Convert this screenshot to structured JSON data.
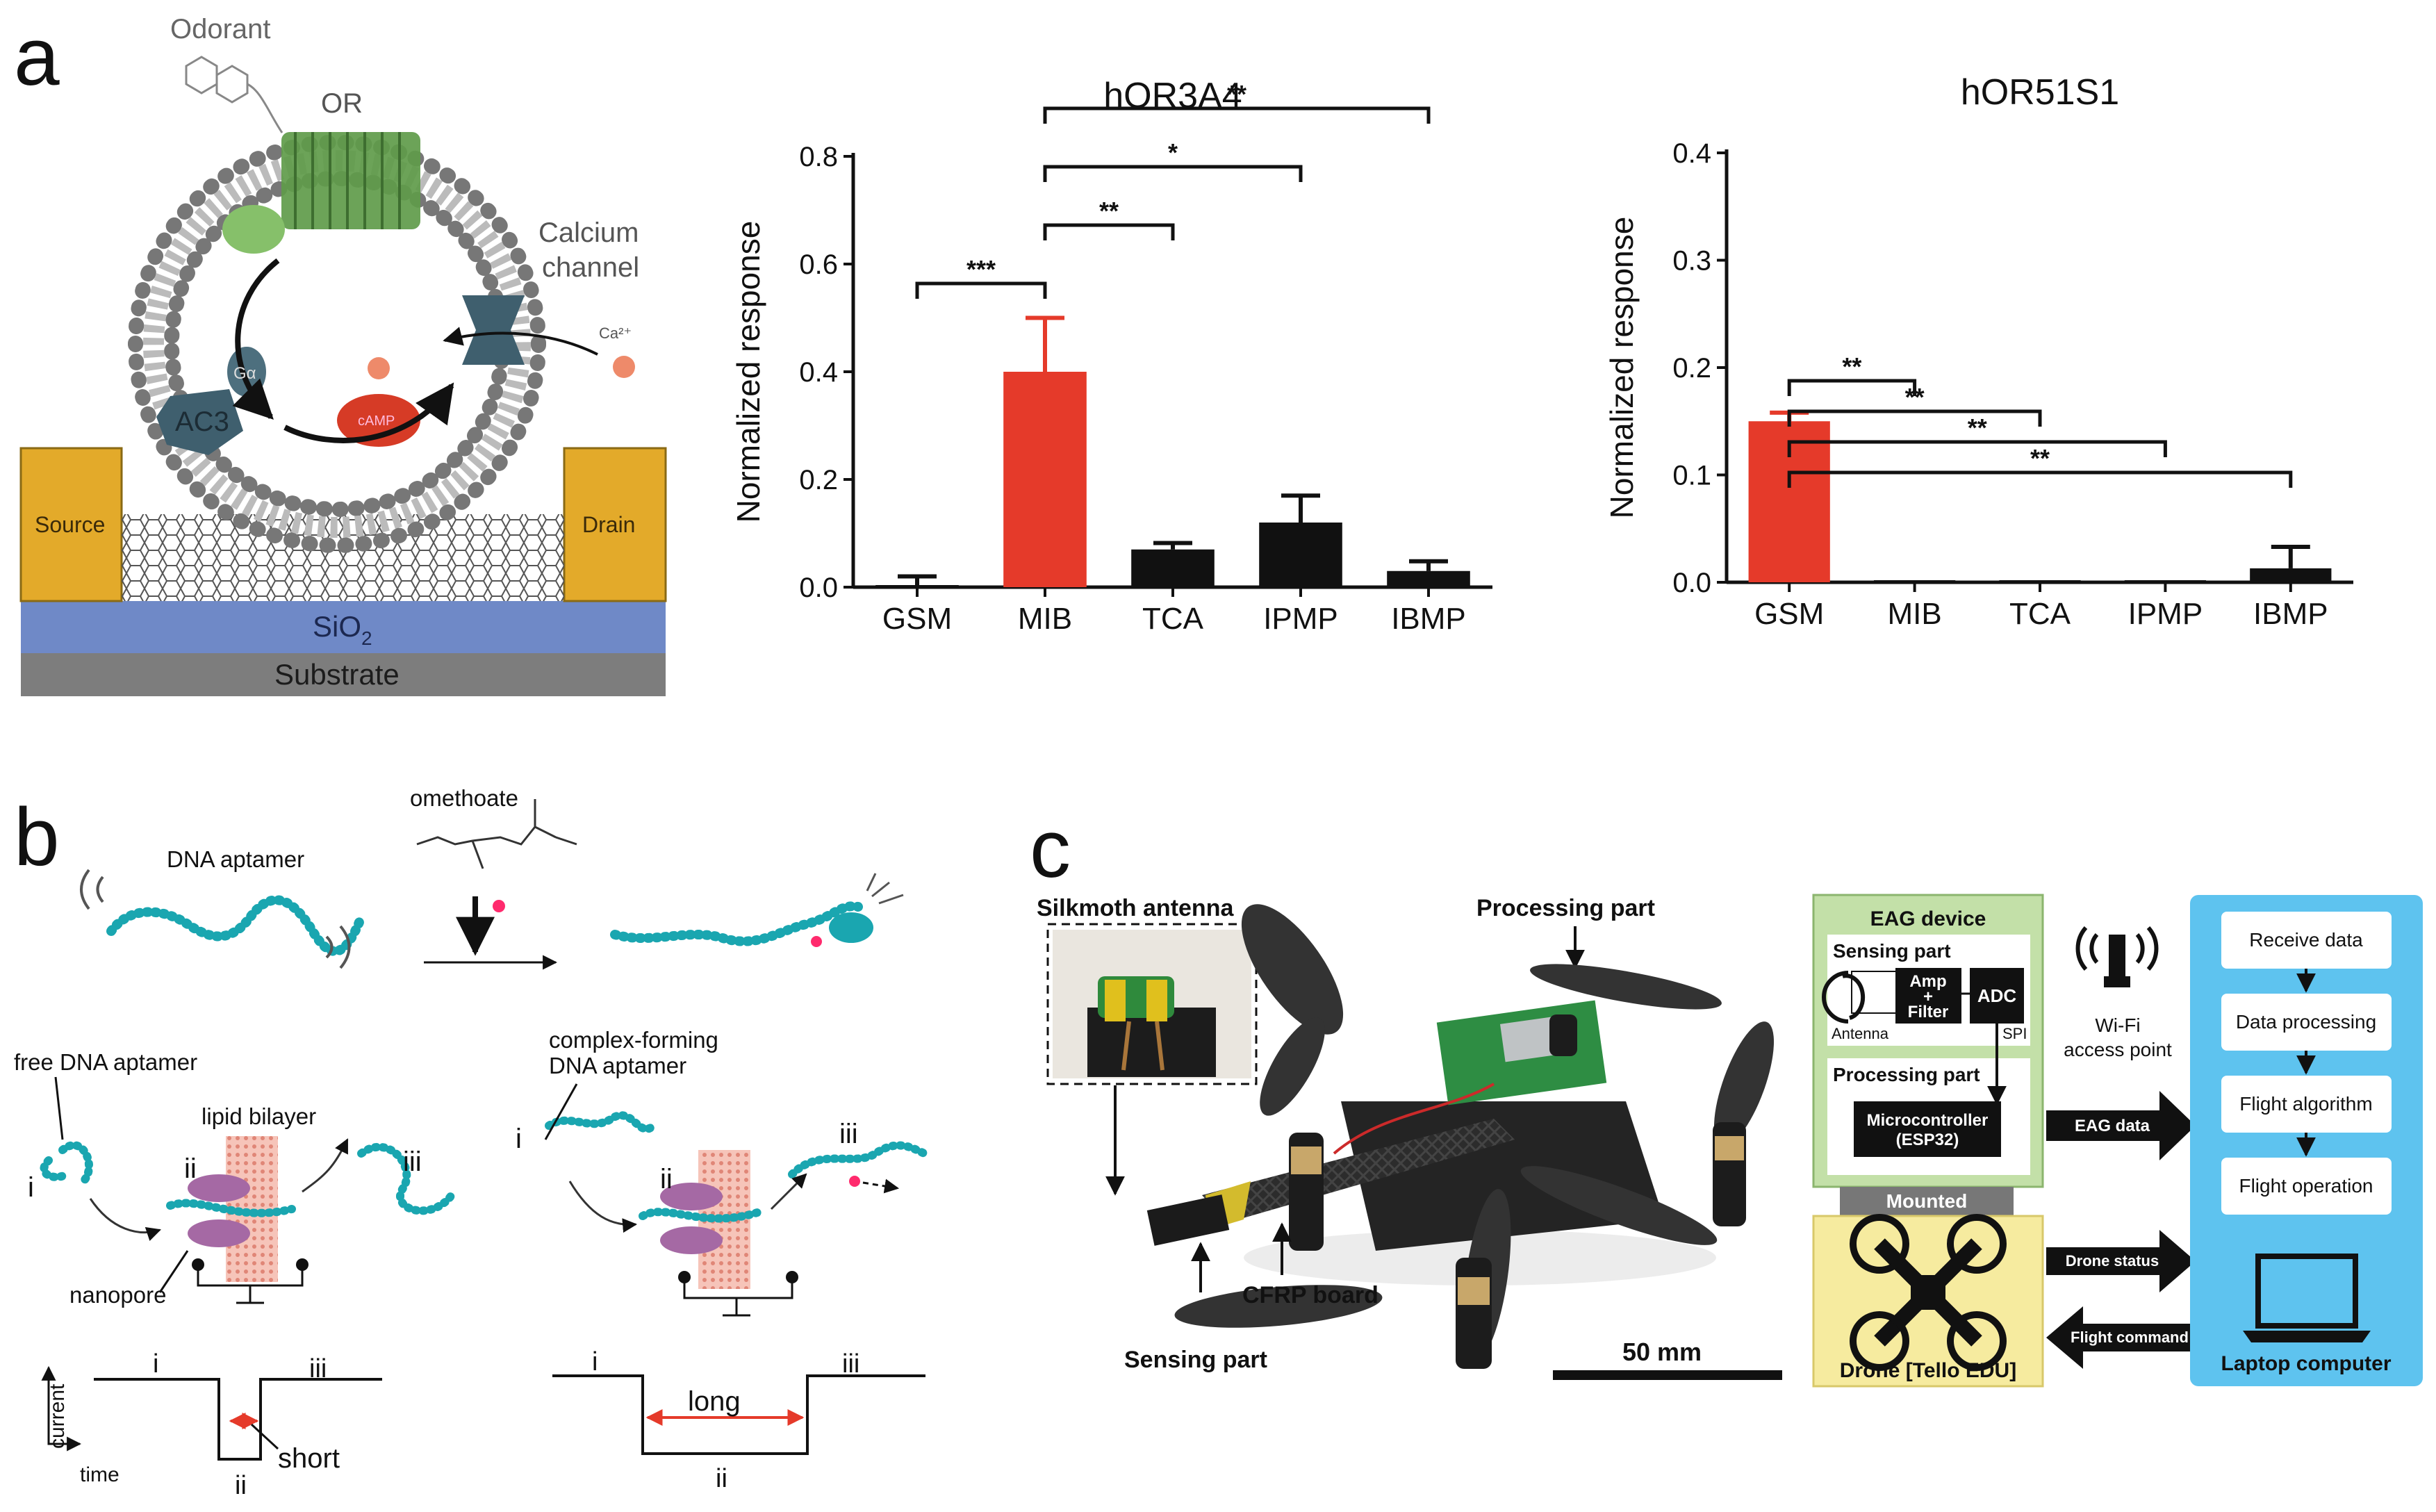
{
  "panels": {
    "a": "a",
    "b": "b",
    "c": "c"
  },
  "panel_a": {
    "odorant": "Odorant",
    "or": "OR",
    "calcium_channel": [
      "Calcium",
      "channel"
    ],
    "ca": "Ca²⁺",
    "ga": "Gα",
    "ac3": "AC3",
    "camp": "cAMP",
    "source": "Source",
    "drain": "Drain",
    "sio2": "SiO",
    "sio2_sub": "2",
    "substrate": "Substrate"
  },
  "chart_data": [
    {
      "type": "bar",
      "title": "hOR3A4",
      "ylabel": "Normalized response",
      "xlabel": "",
      "ylim": [
        0,
        0.8
      ],
      "yticks": [
        "0.0",
        "0.2",
        "0.4",
        "0.6",
        "0.8"
      ],
      "categories": [
        "GSM",
        "MIB",
        "TCA",
        "IPMP",
        "IBMP"
      ],
      "values": [
        0.0,
        0.4,
        0.07,
        0.12,
        0.03
      ],
      "errors": [
        0.02,
        0.1,
        0.012,
        0.05,
        0.018
      ],
      "colors": [
        "#111111",
        "#e53a2a",
        "#111111",
        "#111111",
        "#111111"
      ],
      "significance": [
        {
          "from": 0,
          "to": 1,
          "label": "***"
        },
        {
          "from": 1,
          "to": 2,
          "label": "**"
        },
        {
          "from": 1,
          "to": 3,
          "label": "*"
        },
        {
          "from": 1,
          "to": 4,
          "label": "**"
        }
      ]
    },
    {
      "type": "bar",
      "title": "hOR51S1",
      "ylabel": "Normalized response",
      "xlabel": "",
      "ylim": [
        0,
        0.4
      ],
      "yticks": [
        "0.0",
        "0.1",
        "0.2",
        "0.3",
        "0.4"
      ],
      "categories": [
        "GSM",
        "MIB",
        "TCA",
        "IPMP",
        "IBMP"
      ],
      "values": [
        0.15,
        0.0,
        0.0,
        0.0,
        0.013
      ],
      "errors": [
        0.008,
        0.0,
        0.0,
        0.0,
        0.02
      ],
      "colors": [
        "#e53a2a",
        "#111111",
        "#111111",
        "#111111",
        "#111111"
      ],
      "significance": [
        {
          "from": 0,
          "to": 1,
          "label": "**"
        },
        {
          "from": 0,
          "to": 2,
          "label": "**"
        },
        {
          "from": 0,
          "to": 3,
          "label": "**"
        },
        {
          "from": 0,
          "to": 4,
          "label": "**"
        }
      ]
    }
  ],
  "panel_b": {
    "dna_aptamer": "DNA aptamer",
    "omethoate": "omethoate",
    "free_dna": "free DNA aptamer",
    "lipid_bilayer": "lipid bilayer",
    "nanopore": "nanopore",
    "complex_forming": [
      "complex-forming",
      "DNA aptamer"
    ],
    "roman": {
      "i": "i",
      "ii": "ii",
      "iii": "iii"
    },
    "current": "current",
    "time": "time",
    "short": "short",
    "long": "long"
  },
  "panel_c": {
    "silkmoth_antenna": "Silkmoth antenna",
    "processing_part": "Processing part",
    "sensing_part": "Sensing part",
    "cfrp_board": "CFRP board",
    "scale": "50 mm",
    "eag_device": "EAG device",
    "sensing_part_box": "Sensing part",
    "amp_filter": [
      "Amp",
      "+",
      "Filter"
    ],
    "adc": "ADC",
    "antenna": "Antenna",
    "spi": "SPI",
    "processing_part_box": "Processing part",
    "microcontroller": [
      "Microcontroller",
      "(ESP32)"
    ],
    "mounted": "Mounted",
    "drone": "Drone [Tello EDU]",
    "wifi": [
      "Wi-Fi",
      "access point"
    ],
    "eag_data": "EAG data",
    "drone_status": "Drone status",
    "flight_command": "Flight command",
    "laptop_steps": [
      "Receive data",
      "Data processing",
      "Flight algorithm",
      "Flight operation"
    ],
    "laptop": "Laptop computer"
  },
  "colors": {
    "red": "#e53a2a",
    "teal": "#1aa6b0",
    "green_box": "#c3e0a8",
    "yellow_box": "#f6eb9f",
    "blue_box": "#5ec3ef",
    "gold": "#e3aa2a",
    "sio2_blue": "#6f89c7",
    "substrate_gray": "#7d7d7d",
    "purple": "#a569a4",
    "pink": "#f4b6ac"
  }
}
